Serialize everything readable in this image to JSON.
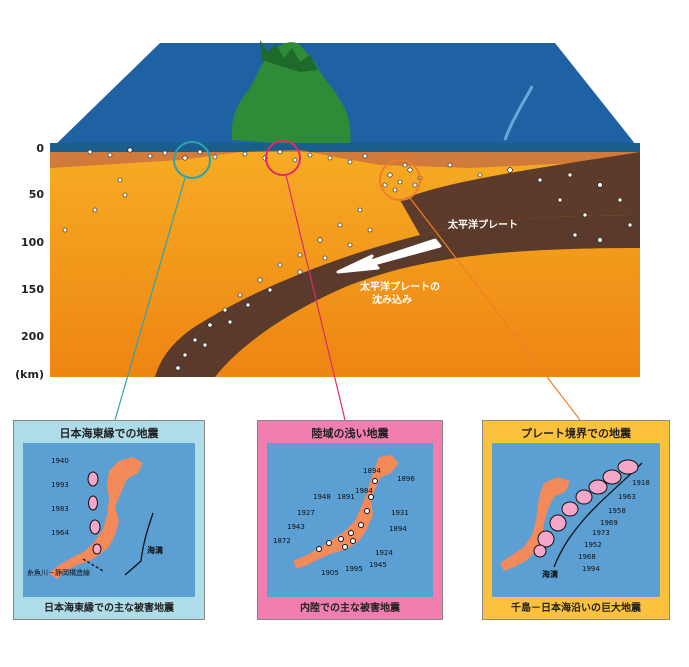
{
  "diagram": {
    "depth_axis": {
      "ticks": [
        "0",
        "50",
        "100",
        "150",
        "200"
      ],
      "unit": "(km)"
    },
    "labels": {
      "pacific_plate": "太平洋プレート",
      "subduction_line1": "太平洋プレートの",
      "subduction_line2": "沈み込み"
    },
    "colors": {
      "sea": "#1f6aa7",
      "land": "#2f8f3a",
      "mantle": "#f29a1c",
      "slab": "#5a3a2a",
      "leader_teal": "#2aa4b0",
      "leader_pink": "#e02a6a",
      "leader_orange": "#f07d2a"
    }
  },
  "panels": [
    {
      "title": "日本海東縁での地震",
      "caption": "日本海東縁での主な被害地震",
      "years": [
        "1940",
        "1993",
        "1983",
        "1964"
      ],
      "labels": [
        "海溝",
        "糸魚川－静岡構造線"
      ]
    },
    {
      "title": "陸域の浅い地震",
      "caption": "内陸での主な被害地震",
      "years": [
        "1896",
        "1894",
        "1984",
        "1891",
        "1948",
        "1927",
        "1943",
        "1872",
        "1931",
        "1894",
        "1924",
        "1945",
        "1995",
        "1905"
      ]
    },
    {
      "title": "プレート境界での地震",
      "caption": "千島－日本海沿いの巨大地震",
      "years": [
        "1918",
        "1963",
        "1958",
        "1969",
        "1973",
        "1952",
        "1968",
        "1994"
      ],
      "labels": [
        "海溝"
      ]
    }
  ]
}
